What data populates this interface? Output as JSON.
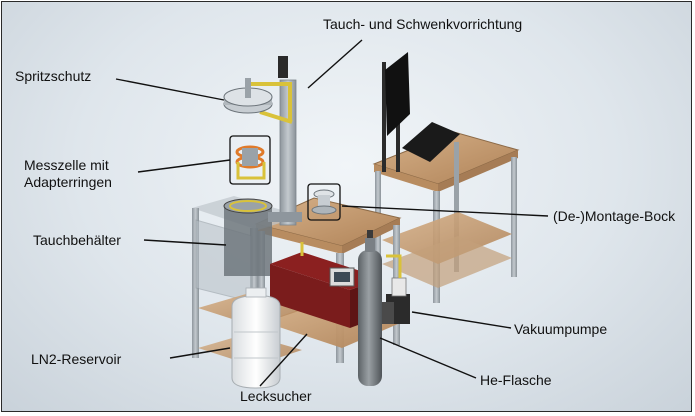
{
  "labels": {
    "tauch_schwenk": "Tauch- und Schwenkvorrichtung",
    "spritzschutz": "Spritzschutz",
    "messzelle_line1": "Messzelle mit",
    "messzelle_line2": "Adapterringen",
    "tauchbehaelter": "Tauchbehälter",
    "montage_bock": "(De-)Montage-Bock",
    "vakuumpumpe": "Vakuumpumpe",
    "ln2_reservoir": "LN2-Reservoir",
    "he_flasche": "He-Flasche",
    "lecksucher": "Lecksucher"
  },
  "colors": {
    "frame": "#a9b0b6",
    "frame_dark": "#7c848b",
    "wood": "#c9a27a",
    "wood_dark": "#a67c55",
    "yellow": "#d9c23a",
    "orange": "#e07a2a",
    "dark_red": "#7a1c1c",
    "leader": "#111111"
  }
}
